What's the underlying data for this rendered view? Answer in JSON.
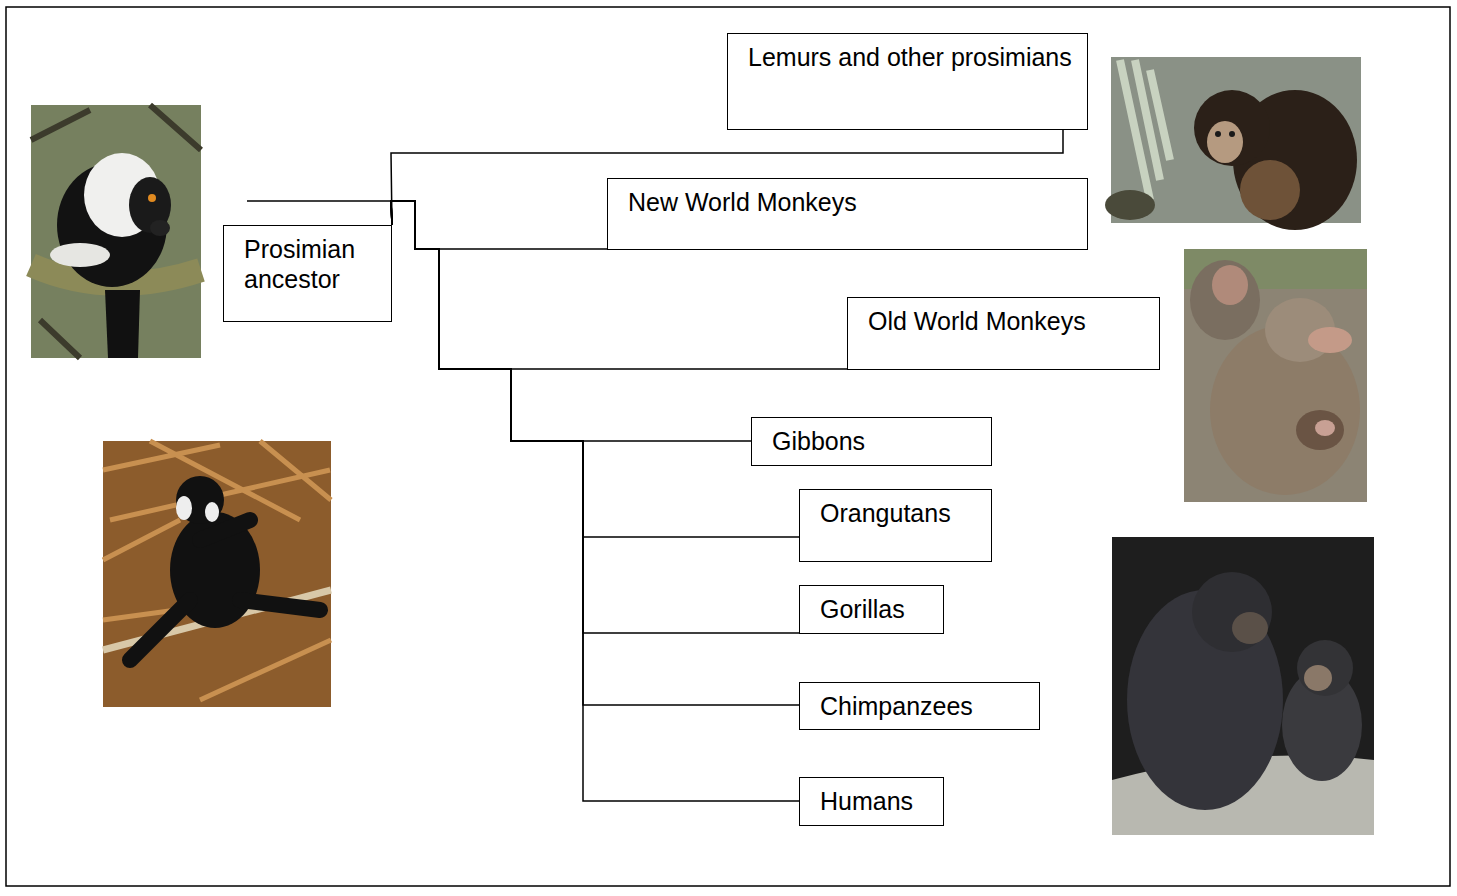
{
  "diagram": {
    "nodes": [
      {
        "text": [
          "Lemurs and other prosimians"
        ]
      },
      {
        "text": [
          "Prosimian ancestor"
        ]
      },
      {
        "text": [
          "New World Monkeys"
        ]
      },
      {
        "text": [
          "Old World Monkeys"
        ]
      },
      {
        "text": [
          "Gibbons"
        ]
      },
      {
        "text": [
          "Orangutans"
        ]
      },
      {
        "text": [
          "Gorillas"
        ]
      },
      {
        "text": [
          "Chimpanzees"
        ]
      },
      {
        "text": [
          "Humans"
        ]
      }
    ],
    "edges": [
      {
        "from": 1,
        "to": 0,
        "arrow": "none"
      },
      {
        "from": 1,
        "to": 2,
        "arrow": "none"
      },
      {
        "from": 1,
        "to": 3,
        "arrow": "none"
      },
      {
        "from": 1,
        "to": 4,
        "arrow": "none"
      },
      {
        "from": 1,
        "to": 5,
        "arrow": "none"
      },
      {
        "from": 1,
        "to": 6,
        "arrow": "none"
      },
      {
        "from": 1,
        "to": 7,
        "arrow": "none"
      },
      {
        "from": 1,
        "to": 8,
        "arrow": "none"
      }
    ]
  }
}
